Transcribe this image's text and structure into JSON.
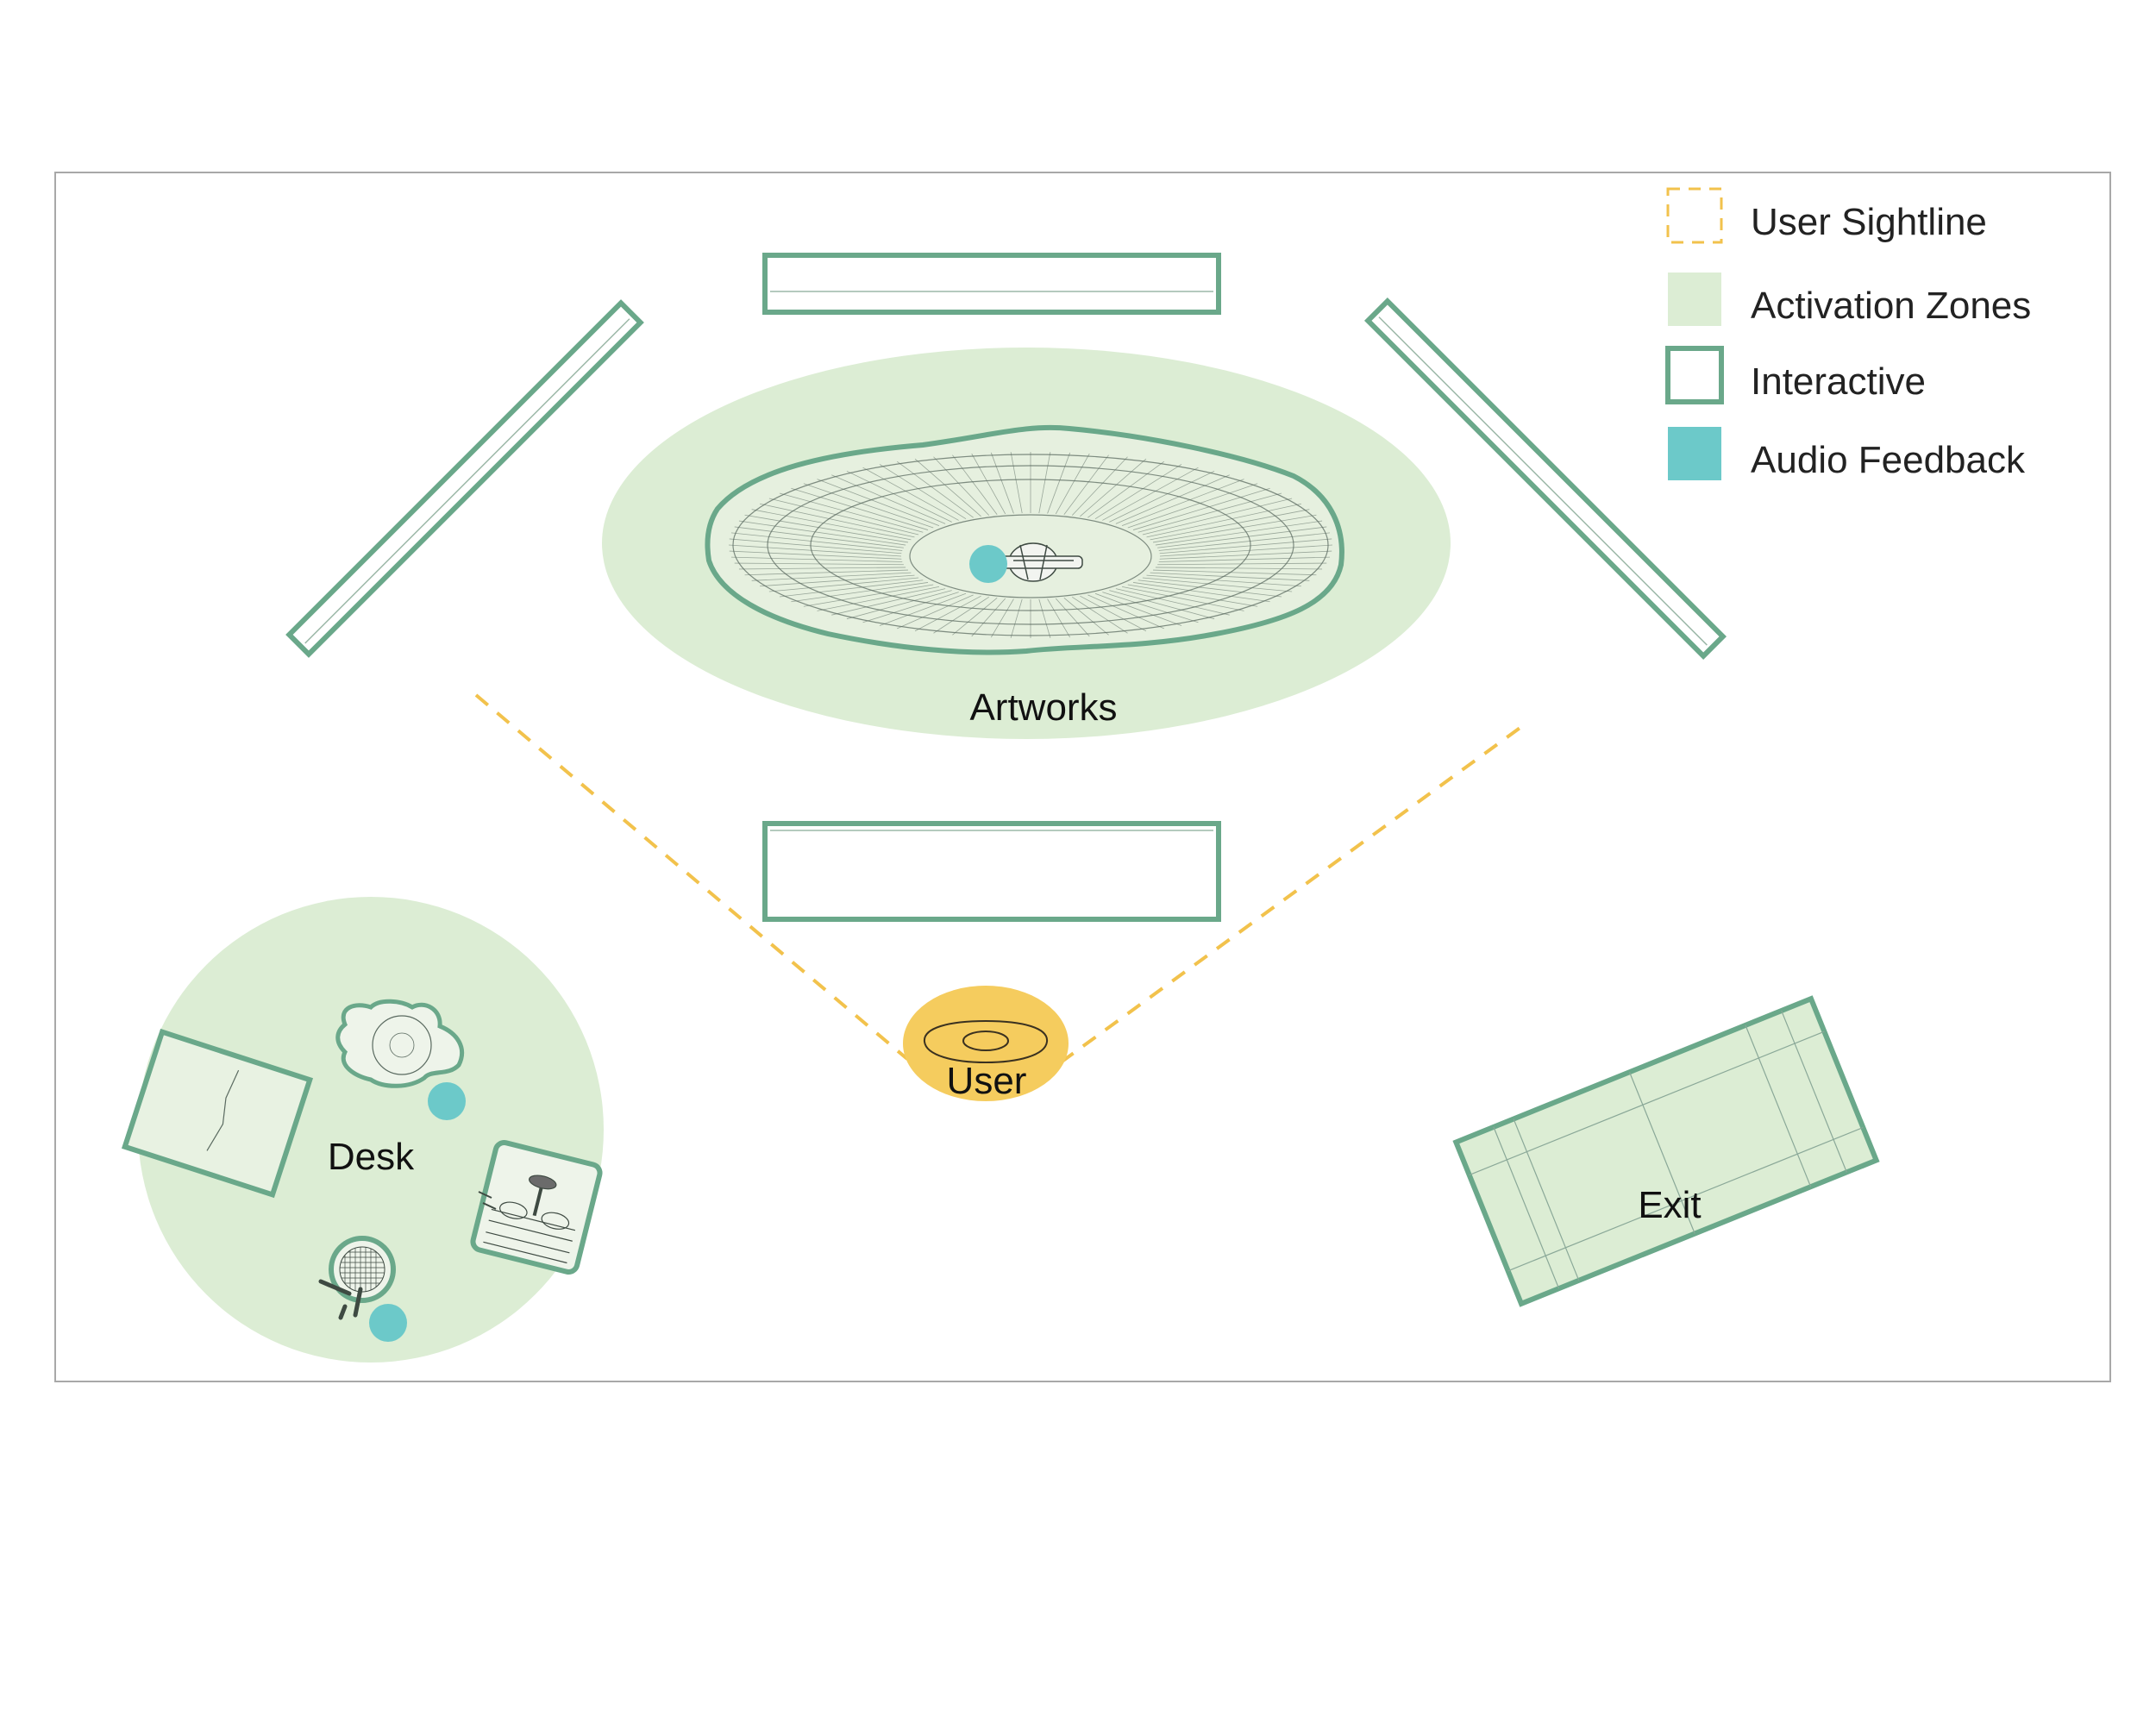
{
  "colors": {
    "frame": "#a8a8a8",
    "interactive_stroke": "#6aa88a",
    "activation_zone": "#dcedd4",
    "audio_feedback": "#6cc9c9",
    "sightline": "#f2c24c",
    "user_fill": "#f5cc5e",
    "sketch_line": "#5a6a60"
  },
  "legend": {
    "sightline": "User Sightline",
    "activation": "Activation Zones",
    "interactive": "Interactive",
    "audio": "Audio Feedback"
  },
  "labels": {
    "artworks": "Artworks",
    "user": "User",
    "desk": "Desk",
    "exit": "Exit"
  },
  "icons": {
    "sightline": "dashed-square-icon",
    "activation": "filled-square-icon",
    "interactive": "outlined-square-icon",
    "audio": "teal-square-icon"
  }
}
